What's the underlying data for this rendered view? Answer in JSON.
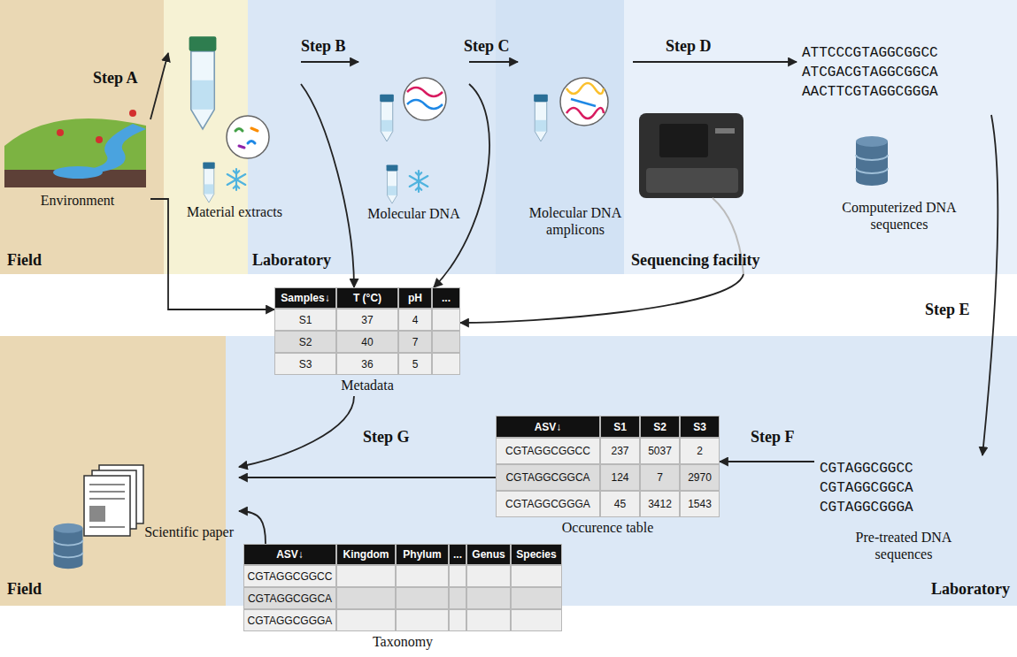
{
  "diagram": {
    "nodes": [
      {
        "text": [
          "Field"
        ]
      },
      {
        "text": [
          "Laboratory"
        ]
      },
      {
        "text": [
          "Sequencing facility"
        ]
      },
      {
        "text": [
          "Field"
        ]
      },
      {
        "text": [
          "Laboratory"
        ]
      },
      {
        "text": [
          "Environment"
        ],
        "in": 0
      },
      {
        "text": [
          "Material extracts"
        ],
        "in": 1
      },
      {
        "text": [
          "Molecular DNA"
        ],
        "in": 1
      },
      {
        "text": [
          "Molecular DNA amplicons"
        ],
        "in": 1
      },
      {
        "text": [
          "ATTCCCGTAGGCGGCC",
          "ATCGACGTAGGCGGCA",
          "AACTTCGTAGGCGGGA",
          "Computerized DNA sequences"
        ],
        "in": 2
      },
      {
        "text": [
          "Samples↓",
          "T (°C)",
          "pH",
          "...",
          "S1",
          "37",
          "4",
          "S2",
          "40",
          "7",
          "S3",
          "36",
          "5",
          "Metadata"
        ]
      },
      {
        "text": [
          "CGTAGGCGGCC",
          "CGTAGGCGGCA",
          "CGTAGGCGGGA",
          "Pre-treated DNA sequences"
        ],
        "in": 4
      },
      {
        "text": [
          "ASV↓",
          "S1",
          "S2",
          "S3",
          "CGTAGGCGGCC",
          "237",
          "5037",
          "2",
          "CGTAGGCGGCA",
          "124",
          "7",
          "2970",
          "CGTAGGCGGGA",
          "45",
          "3412",
          "1543",
          "Occurence table"
        ],
        "in": 4
      },
      {
        "text": [
          "ASV↓",
          "Kingdom",
          "Phylum",
          "...",
          "Genus",
          "Species",
          "CGTAGGCGGCC",
          "CGTAGGCGGCA",
          "CGTAGGCGGGA",
          "Taxonomy"
        ]
      },
      {
        "text": [
          "Scientific paper"
        ],
        "in": 3
      }
    ],
    "edges": [
      {
        "from": 5,
        "to": 6,
        "label": "Step A",
        "arrow": "to"
      },
      {
        "from": 6,
        "to": 7,
        "label": "Step B",
        "arrow": "to"
      },
      {
        "from": 7,
        "to": 8,
        "label": "Step C",
        "arrow": "to"
      },
      {
        "from": 8,
        "to": 9,
        "label": "Step D",
        "arrow": "to"
      },
      {
        "from": 9,
        "to": 11,
        "label": "Step E",
        "arrow": "to"
      },
      {
        "from": 11,
        "to": 12,
        "label": "Step F",
        "arrow": "to"
      },
      {
        "from": 12,
        "to": 14,
        "label": "Step G",
        "arrow": "to"
      },
      {
        "from": 5,
        "to": 10,
        "arrow": "to"
      },
      {
        "from": 6,
        "to": 10,
        "arrow": "to"
      },
      {
        "from": 7,
        "to": 10,
        "arrow": "to"
      },
      {
        "from": 2,
        "to": 10,
        "arrow": "to"
      },
      {
        "from": 10,
        "to": 14,
        "arrow": "to"
      },
      {
        "from": 13,
        "to": 14,
        "arrow": "to"
      }
    ]
  }
}
